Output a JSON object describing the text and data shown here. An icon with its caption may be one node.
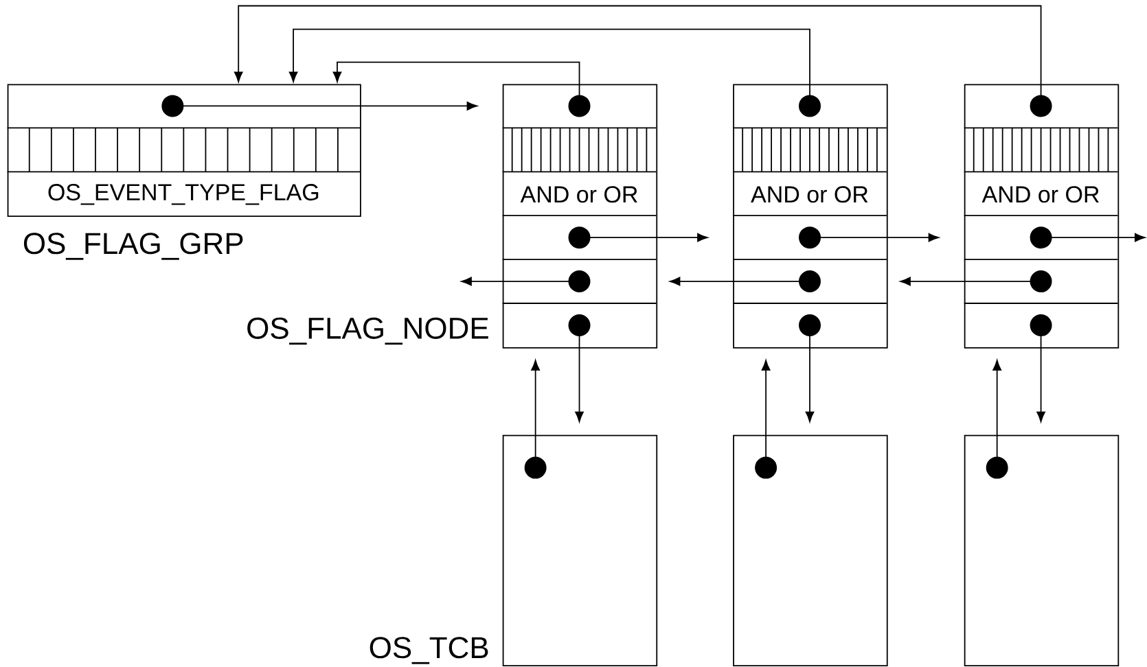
{
  "diagram": {
    "nodes": [
      {
        "text": [
          "OS_EVENT_TYPE_FLAG",
          "OS_FLAG_GRP"
        ]
      },
      {
        "text": [
          "AND or OR",
          "OS_FLAG_NODE"
        ]
      },
      {
        "text": [
          "AND or OR"
        ]
      },
      {
        "text": [
          "AND or OR"
        ]
      },
      {
        "text": [
          "OS_TCB"
        ]
      },
      {
        "text": [],
        "shape": "box"
      },
      {
        "text": [],
        "shape": "box"
      }
    ],
    "edges": [
      {
        "from": 0,
        "to": 1,
        "arrow": "to"
      },
      {
        "from": 1,
        "to": 0,
        "arrow": "to"
      },
      {
        "from": 2,
        "to": 0,
        "arrow": "to"
      },
      {
        "from": 3,
        "to": 0,
        "arrow": "to"
      },
      {
        "from": 1,
        "to": 2,
        "arrow": "to"
      },
      {
        "from": 2,
        "to": 3,
        "arrow": "to"
      },
      {
        "from": 3,
        "to": null,
        "arrow": "to"
      },
      {
        "from": 1,
        "to": null,
        "arrow": "to"
      },
      {
        "from": 2,
        "to": 1,
        "arrow": "to"
      },
      {
        "from": 3,
        "to": 2,
        "arrow": "to"
      },
      {
        "from": 1,
        "to": 4,
        "arrow": "to"
      },
      {
        "from": 2,
        "to": 5,
        "arrow": "to"
      },
      {
        "from": 3,
        "to": 6,
        "arrow": "to"
      },
      {
        "from": 4,
        "to": 1,
        "arrow": "to"
      },
      {
        "from": 5,
        "to": 2,
        "arrow": "to"
      },
      {
        "from": 6,
        "to": 3,
        "arrow": "to"
      }
    ]
  }
}
